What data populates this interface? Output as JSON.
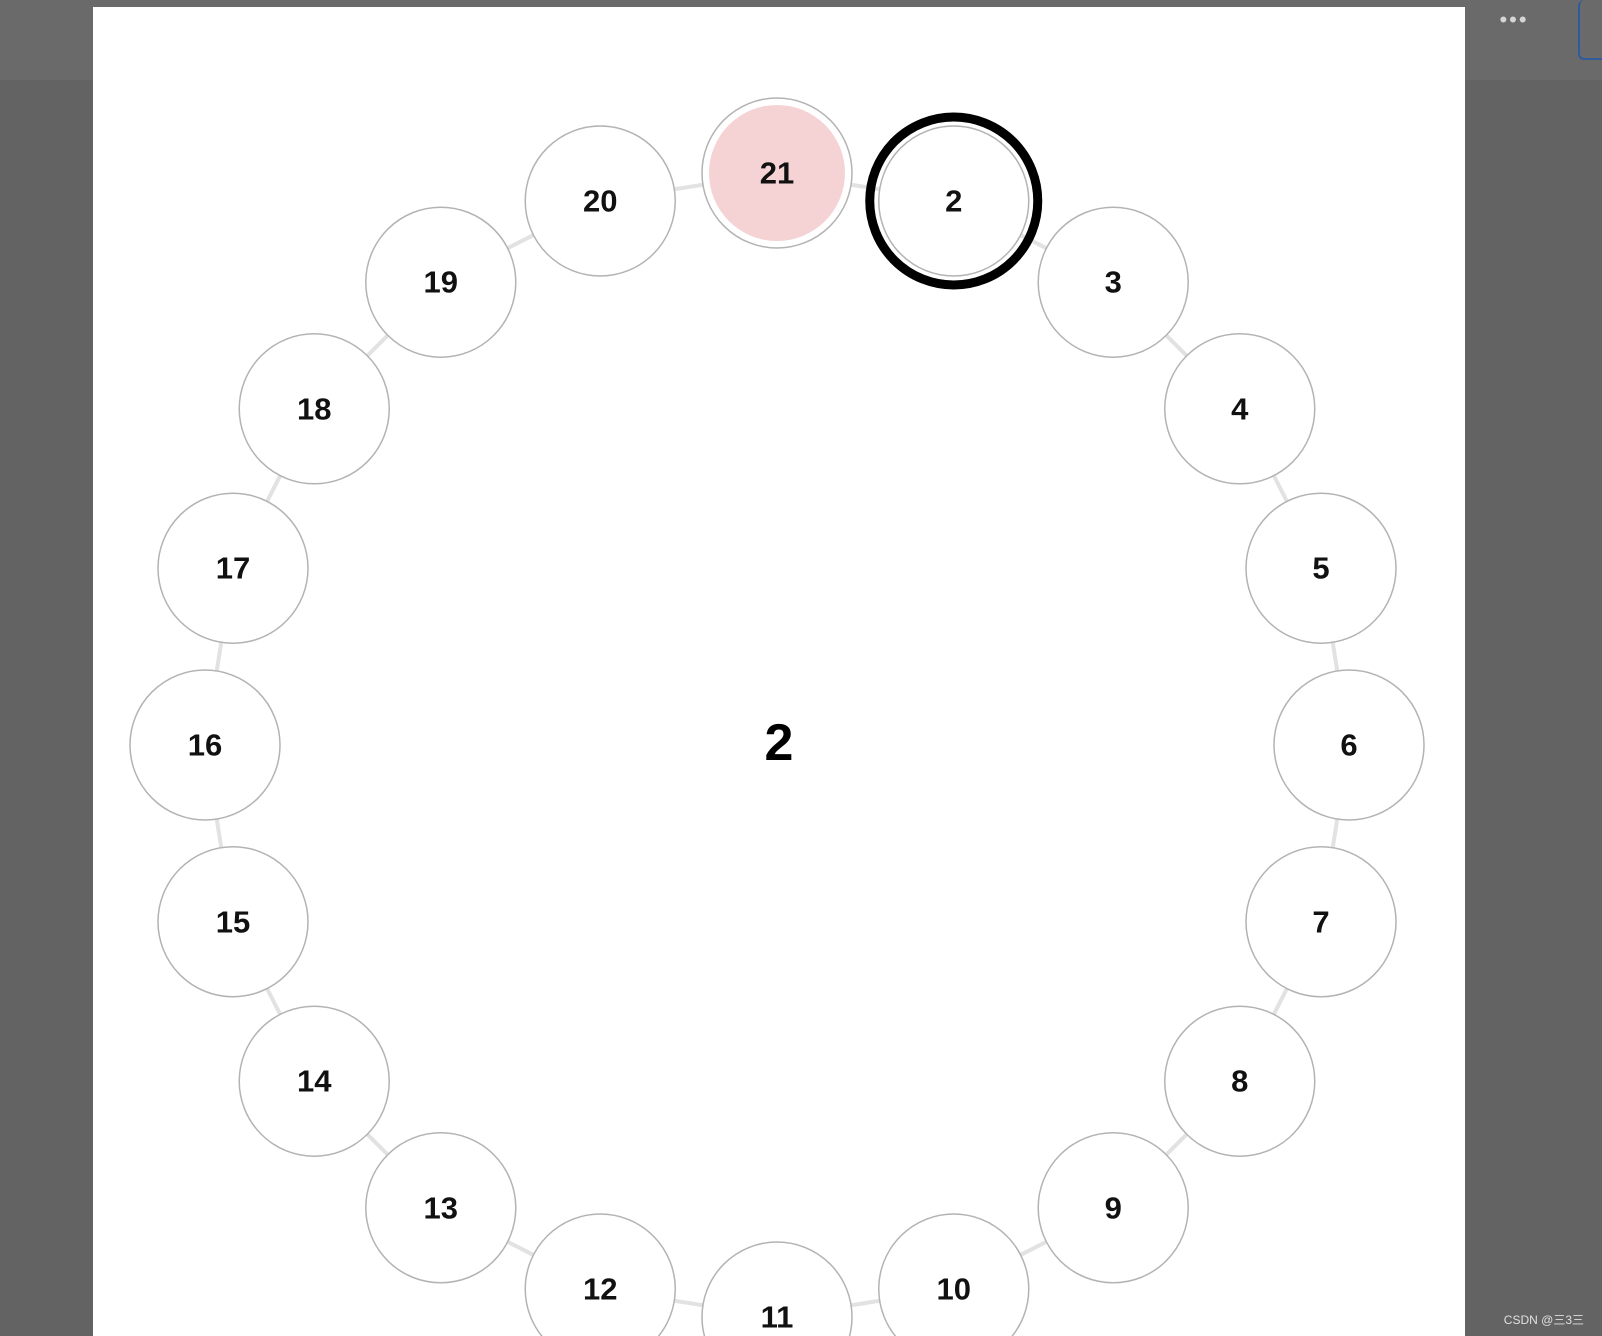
{
  "toolbar": {
    "more_icon": "more-horizontal-icon",
    "more_label": "•••"
  },
  "ring": {
    "center_value": "2",
    "nodes": [
      "2",
      "3",
      "4",
      "5",
      "6",
      "7",
      "8",
      "9",
      "10",
      "11",
      "12",
      "13",
      "14",
      "15",
      "16",
      "17",
      "18",
      "19",
      "20",
      "21"
    ],
    "selected_node": "2",
    "highlighted_node": "21",
    "colors": {
      "node_fill": "#ffffff",
      "node_stroke": "#b3b3b3",
      "highlight_fill": "#f5d2d4",
      "selected_stroke": "#000000",
      "connector": "#e2e2e2",
      "text": "#111111"
    }
  },
  "watermark": "CSDN @三3三"
}
